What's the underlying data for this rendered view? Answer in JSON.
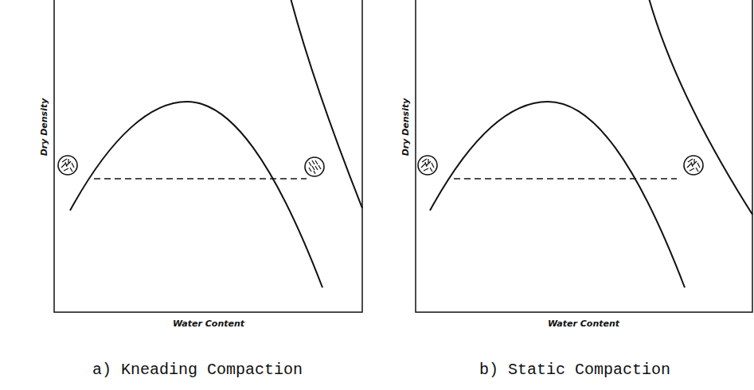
{
  "diagram": {
    "labels": [
      "Dry Density",
      "Water Content",
      "Dry Density",
      "Water Content",
      "a) Kneading Compaction",
      "b) Static Compaction"
    ]
  }
}
